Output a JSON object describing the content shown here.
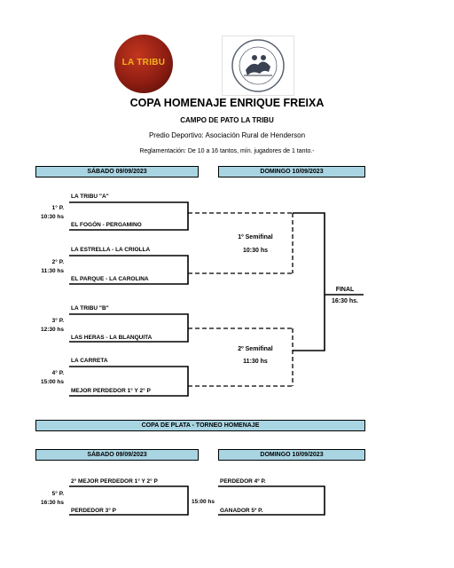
{
  "logo_left": "LA TRIBU",
  "title": "COPA HOMENAJE ENRIQUE FREIXA",
  "subtitle": "CAMPO DE PATO LA TRIBU",
  "venue": "Predio Deportivo: Asociación Rural de Henderson",
  "rules": "Reglamentación: De 10 a 16 tantos, mín. jugadores de 1 tanto.-",
  "main": {
    "day1": "SÁBADO 09/09/2023",
    "day2": "DOMINGO 10/09/2023",
    "matches": [
      {
        "team_a": "LA TRIBU \"A\"",
        "team_b": "EL FOGÓN - PERGAMINO",
        "num": "1° P.",
        "time": "10:30 hs"
      },
      {
        "team_a": "LA ESTRELLA - LA CRIOLLA",
        "team_b": "EL PARQUE - LA CAROLINA",
        "num": "2° P.",
        "time": "11:30 hs"
      },
      {
        "team_a": "LA TRIBU \"B\"",
        "team_b": "LAS HERAS - LA BLANQUITA",
        "num": "3° P.",
        "time": "12:30 hs"
      },
      {
        "team_a": "LA CARRETA",
        "team_b": "MEJOR PERDEDOR 1° Y 2° P",
        "num": "4° P.",
        "time": "15:00 hs"
      }
    ],
    "semi1": {
      "label": "1º Semifinal",
      "time": "10:30 hs"
    },
    "semi2": {
      "label": "2º Semifinal",
      "time": "11:30 hs"
    },
    "final": {
      "label": "FINAL",
      "time": "16:30 hs."
    }
  },
  "plata": {
    "title": "COPA DE PLATA - TORNEO HOMENAJE",
    "day1": "SÁBADO 09/09/2023",
    "day2": "DOMINGO 10/09/2023",
    "match5": {
      "team_a": "2° MEJOR PERDEDOR 1° Y 2° P",
      "team_b": "PERDEDOR 3° P",
      "num": "5° P.",
      "time": "16:30 hs"
    },
    "final": {
      "team_a": "PERDEDOR 4º P.",
      "team_b": "GANADOR 5º P.",
      "time": "15:00 hs"
    }
  }
}
